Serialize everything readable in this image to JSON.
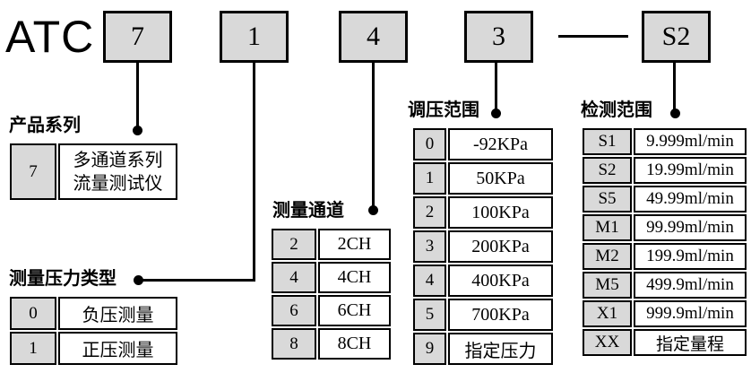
{
  "code": {
    "prefix": "ATC",
    "segments": [
      "7",
      "1",
      "4",
      "3",
      "S2"
    ],
    "separator": "—"
  },
  "sections": {
    "series": {
      "title": "产品系列",
      "rows": [
        {
          "code": "7",
          "line1": "多通道系列",
          "line2": "流量测试仪"
        }
      ]
    },
    "pressure_type": {
      "title": "测量压力类型",
      "rows": [
        {
          "code": "0",
          "value": "负压测量"
        },
        {
          "code": "1",
          "value": "正压测量"
        }
      ]
    },
    "channels": {
      "title": "测量通道",
      "rows": [
        {
          "code": "2",
          "value": "2CH"
        },
        {
          "code": "4",
          "value": "4CH"
        },
        {
          "code": "6",
          "value": "6CH"
        },
        {
          "code": "8",
          "value": "8CH"
        }
      ]
    },
    "pressure_range": {
      "title": "调压范围",
      "rows": [
        {
          "code": "0",
          "value": "-92KPa"
        },
        {
          "code": "1",
          "value": "50KPa"
        },
        {
          "code": "2",
          "value": "100KPa"
        },
        {
          "code": "3",
          "value": "200KPa"
        },
        {
          "code": "4",
          "value": "400KPa"
        },
        {
          "code": "5",
          "value": "700KPa"
        },
        {
          "code": "9",
          "value": "指定压力"
        }
      ]
    },
    "detection_range": {
      "title": "检测范围",
      "rows": [
        {
          "code": "S1",
          "value": "9.999ml/min"
        },
        {
          "code": "S2",
          "value": "19.99ml/min"
        },
        {
          "code": "S5",
          "value": "49.99ml/min"
        },
        {
          "code": "M1",
          "value": "99.99ml/min"
        },
        {
          "code": "M2",
          "value": "199.9ml/min"
        },
        {
          "code": "M5",
          "value": "499.9ml/min"
        },
        {
          "code": "X1",
          "value": "999.9ml/min"
        },
        {
          "code": "XX",
          "value": "指定量程"
        }
      ]
    }
  },
  "colors": {
    "box_fill": "#d9d9d9",
    "line": "#000000",
    "background": "#ffffff"
  }
}
